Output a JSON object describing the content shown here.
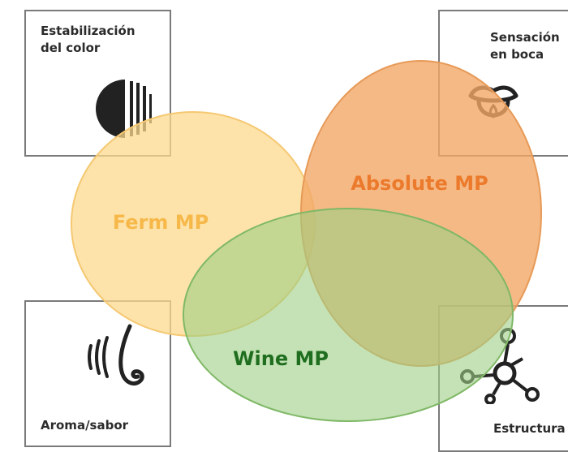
{
  "diagram": {
    "sets": [
      {
        "id": "ferm",
        "label": "Ferm MP",
        "fill": "#fcd98e",
        "stroke": "#f5c872",
        "label_color": "#f7b84a"
      },
      {
        "id": "absolute",
        "label": "Absolute MP",
        "fill": "#f3a866",
        "stroke": "#e79a58",
        "label_color": "#ec7a2c"
      },
      {
        "id": "wine",
        "label": "Wine MP",
        "fill": "#9ccf83",
        "stroke": "#7fb866",
        "label_color": "#1f6e1f"
      }
    ],
    "boxes": {
      "color": {
        "label": "Estabilización\ndel color",
        "icon": "half-moon-stripes-icon"
      },
      "mouthfeel": {
        "label": "Sensación\nen boca",
        "icon": "tongue-lips-icon"
      },
      "aroma": {
        "label": "Aroma/sabor",
        "icon": "nose-icon"
      },
      "structure": {
        "label": "Estructura",
        "icon": "molecule-icon"
      }
    },
    "colors": {
      "box_border": "#7a7a7a",
      "text": "#2b2b2b",
      "icon": "#222222"
    }
  }
}
